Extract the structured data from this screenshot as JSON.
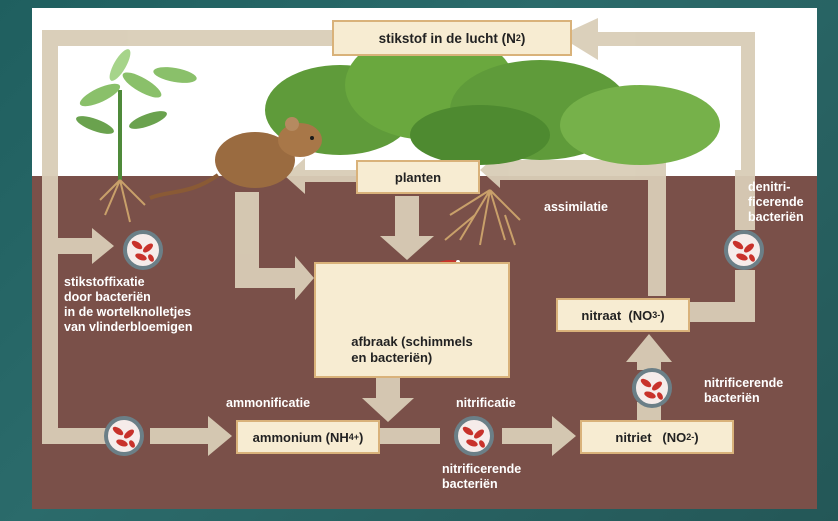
{
  "nodes": {
    "air": {
      "text": "stikstof in de lucht (N",
      "sub": "2",
      "tail": ")"
    },
    "plants": {
      "text": "planten"
    },
    "decomp_line1": {
      "text": "afbraak (schimmels"
    },
    "decomp_line2": {
      "text": "en bacteriën)"
    },
    "ammonium": {
      "text": "ammonium (NH",
      "sub": "4",
      "sup": "+",
      "tail": ")"
    },
    "nitrite": {
      "text": "nitriet   (NO",
      "sub": "2",
      "sup": "-",
      "tail": ")"
    },
    "nitrate": {
      "text": "nitraat  (NO",
      "sub": "3",
      "sup": "-",
      "tail": ")"
    }
  },
  "labels": {
    "fixation": [
      "stikstoffixatie",
      "door bacteriën",
      "in de wortelknolletjes",
      "van vlinderbloemigen"
    ],
    "assimilation": "assimilatie",
    "denitrifying": [
      "denitri-",
      "ficerende",
      "bacteriën"
    ],
    "ammonification": "ammonificatie",
    "nitrification": "nitrificatie",
    "nitrifying_bottom": [
      "nitrificerende",
      "bacteriën"
    ],
    "nitrifying_right": [
      "nitrificerende",
      "bacteriën"
    ]
  },
  "icons": [
    "plant-icon",
    "mouse-icon",
    "tree-icon",
    "roots-icon",
    "mushroom-icon",
    "bacteria-icon"
  ],
  "colors": {
    "sky": "#ffffff",
    "soil": "#7a5049",
    "arrow": "#d9cdb7",
    "box_fill": "#f7ecd2",
    "box_border": "#d9b27a",
    "frame_bg": "#2b6b6b"
  }
}
